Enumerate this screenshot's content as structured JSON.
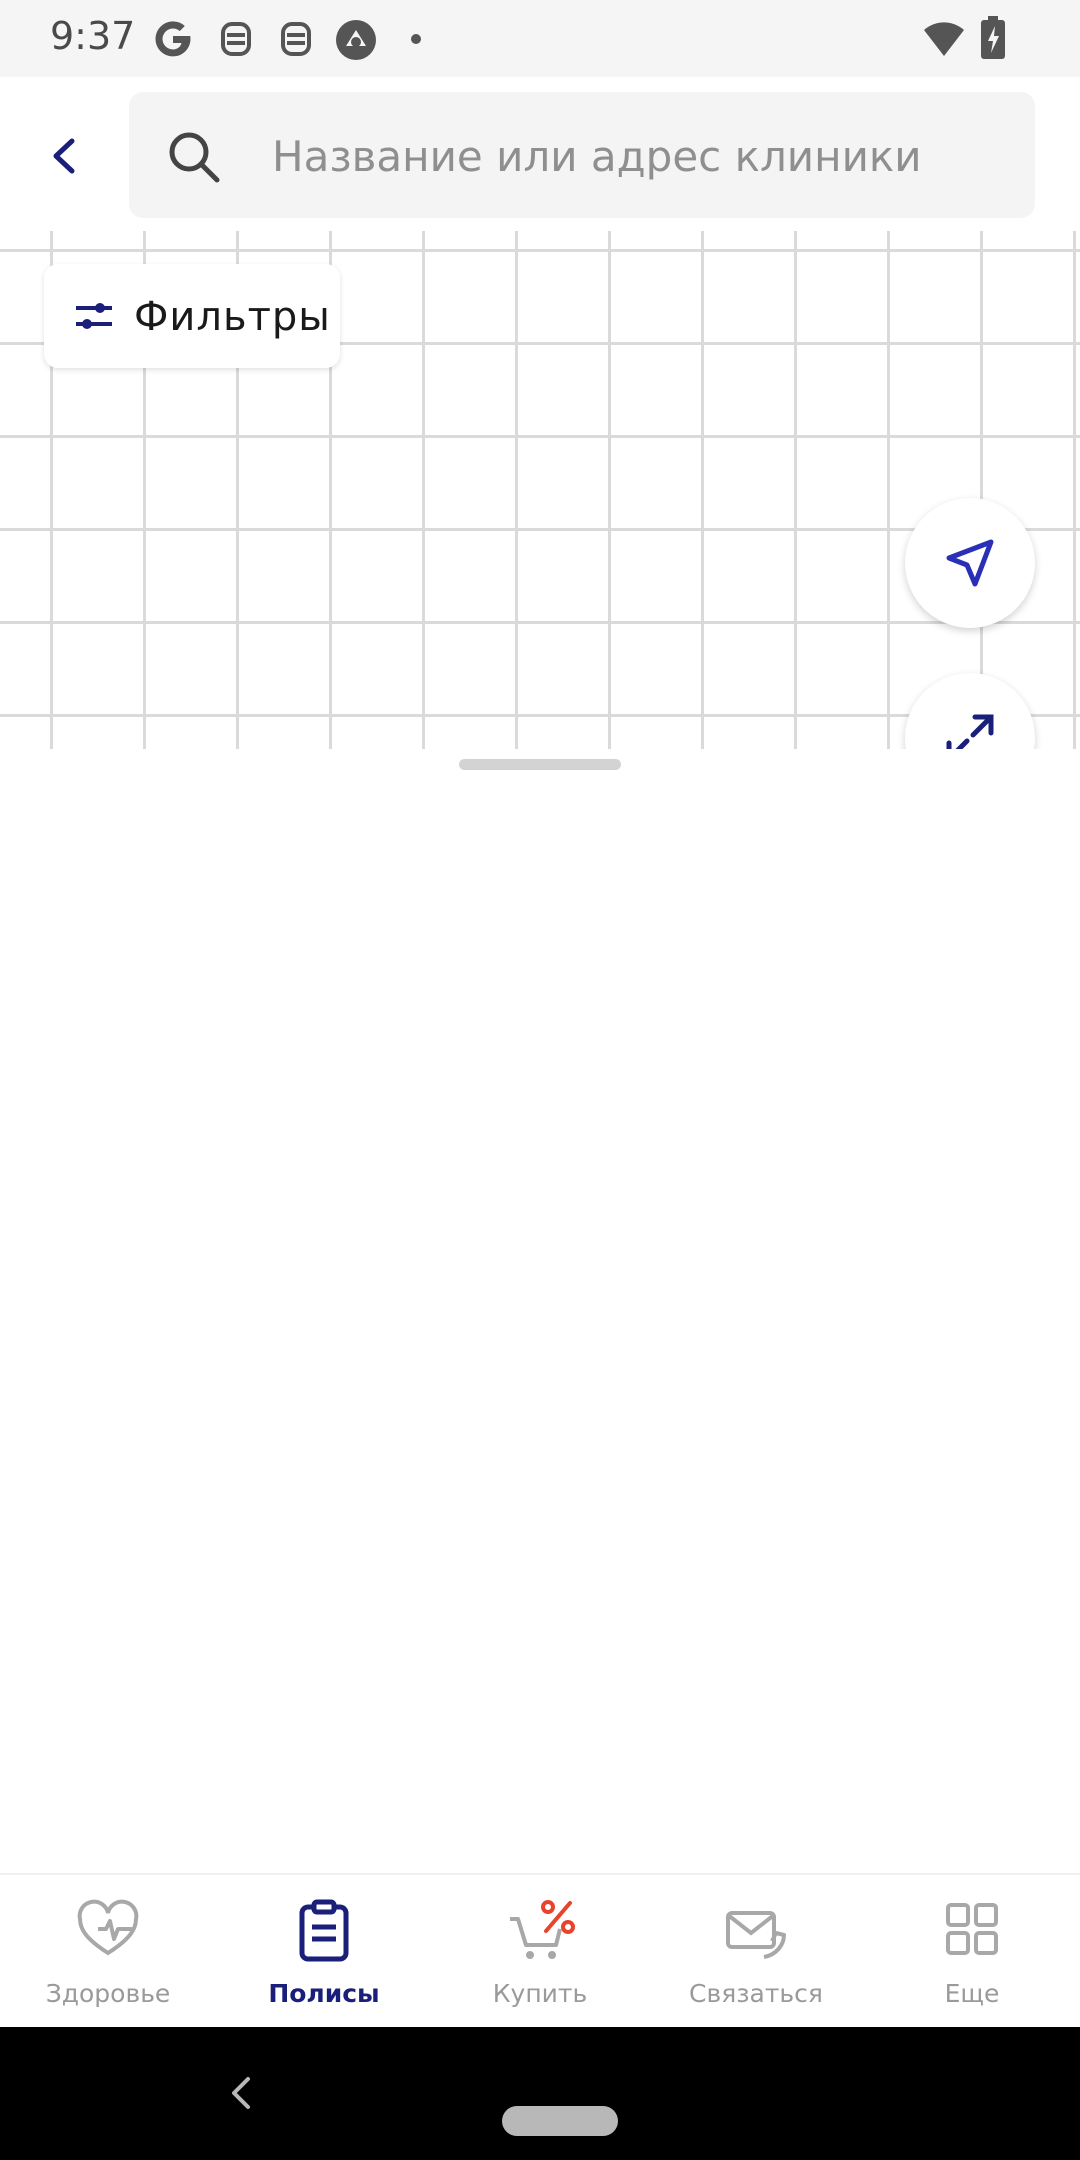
{
  "status_bar": {
    "time": "9:37",
    "icons": [
      "google-icon",
      "robot-icon",
      "robot-icon",
      "app-icon",
      "dot-icon",
      "wifi-icon",
      "battery-charging-icon"
    ]
  },
  "header": {
    "back_icon": "chevron-left-icon",
    "search": {
      "placeholder": "Название или адрес клиники",
      "icon": "search-icon"
    }
  },
  "map": {
    "filters_label": "Фильтры",
    "filters_icon": "sliders-icon",
    "locate_icon": "navigation-arrow-icon",
    "expand_icon": "expand-icon"
  },
  "bottom_nav": {
    "active_index": 1,
    "items": [
      {
        "label": "Здоровье",
        "icon": "heart-pulse-icon"
      },
      {
        "label": "Полисы",
        "icon": "clipboard-icon"
      },
      {
        "label": "Купить",
        "icon": "cart-percent-icon"
      },
      {
        "label": "Связаться",
        "icon": "envelope-phone-icon"
      },
      {
        "label": "Еще",
        "icon": "grid-icon"
      }
    ]
  },
  "colors": {
    "accent": "#1a1f7a",
    "icon_blue": "#2a2fb8",
    "inactive": "#9a9a9a",
    "promo_red": "#e8432b"
  }
}
